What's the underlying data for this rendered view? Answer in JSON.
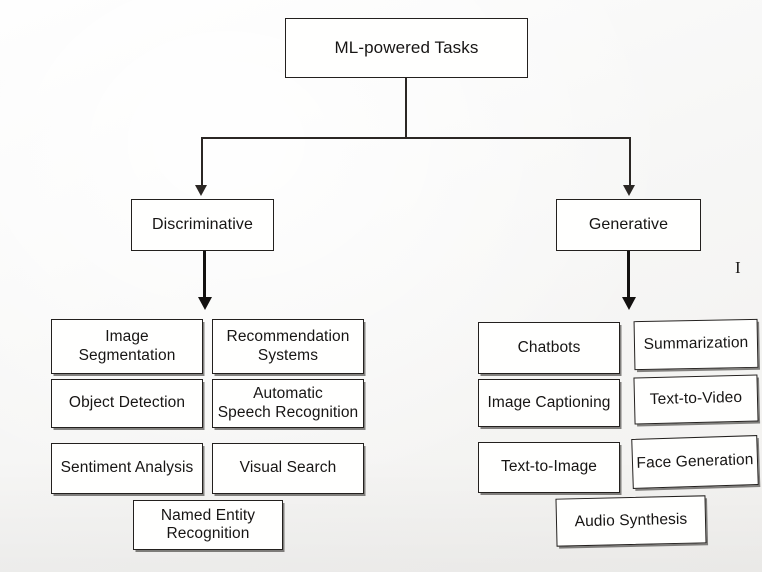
{
  "diagram": {
    "title": "ML-powered Tasks",
    "root": {
      "label": "ML-powered Tasks"
    },
    "branches": [
      {
        "label": "Discriminative"
      },
      {
        "label": "Generative"
      }
    ],
    "discriminative_leaves": [
      {
        "label": "Image\nSegmentation"
      },
      {
        "label": "Recommendation\nSystems"
      },
      {
        "label": "Object Detection"
      },
      {
        "label": "Automatic\nSpeech Recognition"
      },
      {
        "label": "Sentiment Analysis"
      },
      {
        "label": "Visual Search"
      },
      {
        "label": "Named Entity\nRecognition"
      }
    ],
    "generative_leaves": [
      {
        "label": "Chatbots"
      },
      {
        "label": "Summarization"
      },
      {
        "label": "Image Captioning"
      },
      {
        "label": "Text-to-Video"
      },
      {
        "label": "Text-to-Image"
      },
      {
        "label": "Face Generation"
      },
      {
        "label": "Audio Synthesis"
      }
    ],
    "cursor": {
      "glyph": "I"
    },
    "colors": {
      "stroke": "#23201e",
      "text": "#171514",
      "background": "#f7f7f6"
    }
  }
}
